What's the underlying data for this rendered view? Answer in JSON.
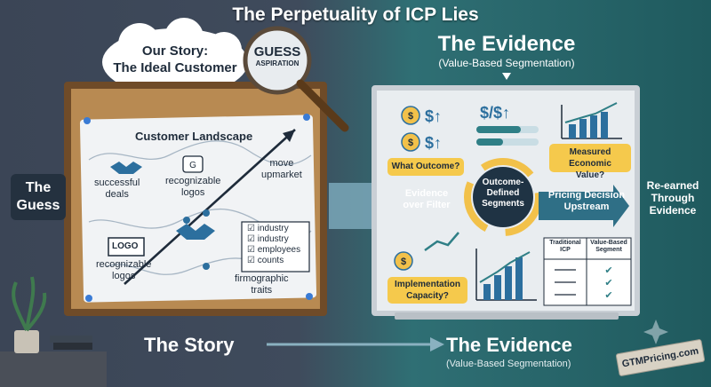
{
  "title": "The Perpetuality of ICP Lies",
  "evidence_heading": {
    "title": "The Evidence",
    "subtitle": "(Value-Based Segmentation)"
  },
  "cloud": {
    "line1": "Our Story:",
    "line2": "The Ideal Customer"
  },
  "magnifier": {
    "line1": "GUESS",
    "line2": "ASPIRATION"
  },
  "left_box": {
    "line1": "The",
    "line2": "Guess"
  },
  "map": {
    "title": "Customer Landscape",
    "successful_deals": "successful\ndeals",
    "recognizable_logos_1": "recognizable\nlogos",
    "logo_box": "LOGO",
    "recognizable_logos_2": "recognizable\nlogos",
    "move_upmarket": "move\nupmarket",
    "checklist": [
      "industry",
      "industry",
      "employees",
      "counts"
    ],
    "firmographic": "firmographic\ntraits"
  },
  "whiteboard": {
    "what_outcome": "What Outcome?",
    "measured_value": "Measured Economic\nValue?",
    "evidence_over_filter": "Evidence\nover Filter",
    "center": "Outcome-\nDefined\nSegments",
    "pricing_upstream": "Pricing Decision\nUpstream",
    "implementation": "Implementation\nCapacity?",
    "table_headers": [
      "Traditional\nICP",
      "Value-Based\nSegment"
    ]
  },
  "right_box": "Re-earned\nThrough\nEvidence",
  "footer": {
    "story": "The Story",
    "evidence": "The Evidence",
    "evidence_sub": "(Value-Based Segmentation)"
  },
  "tag": "GTMPricing.com",
  "colors": {
    "accent_yellow": "#f5c94c",
    "teal": "#2f6f74",
    "dark_slate": "#3b4556"
  }
}
